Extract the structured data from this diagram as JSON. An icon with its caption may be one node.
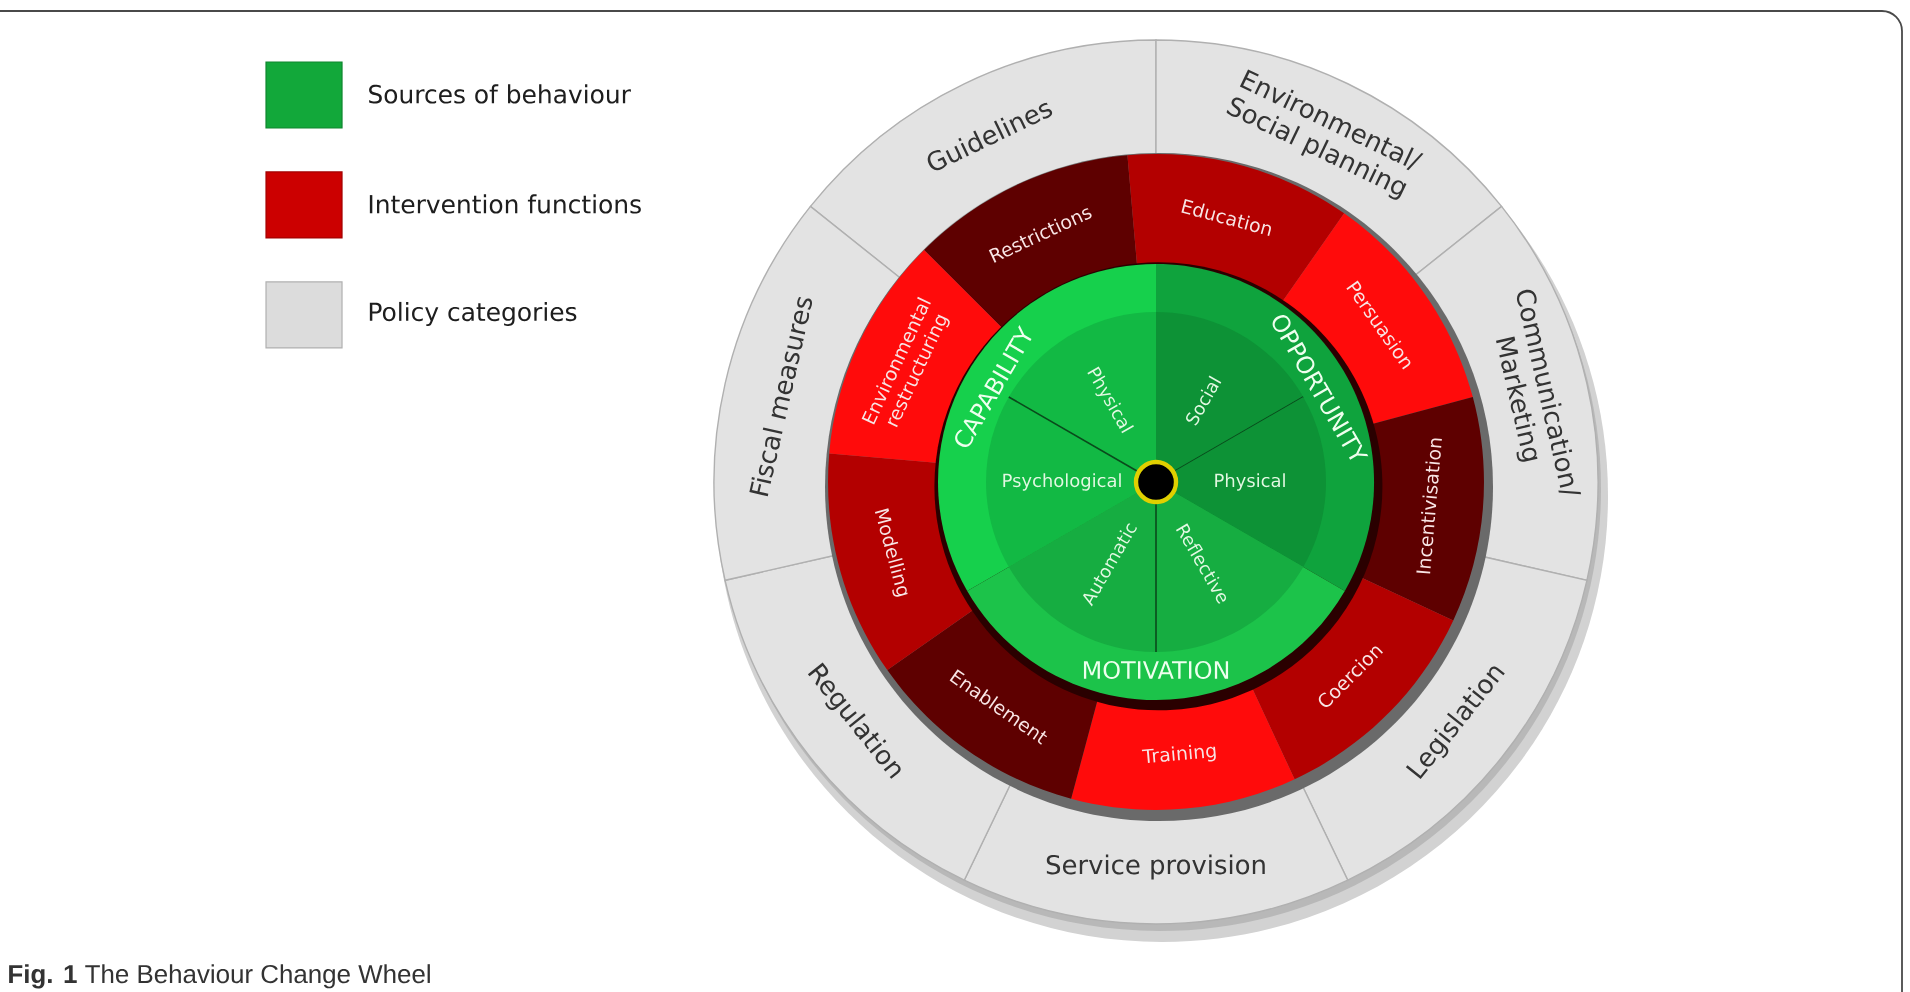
{
  "diagram": {
    "caption": "**Fig. 1** The Behaviour Change Wheel",
    "nodes": [
      {
        "text": [
          "Guidelines"
        ]
      },
      {
        "text": [
          "Environmental/ Social planning"
        ]
      },
      {
        "text": [
          "Communication/ Marketing"
        ]
      },
      {
        "text": [
          "Legislation"
        ]
      },
      {
        "text": [
          "Service provision"
        ]
      },
      {
        "text": [
          "Regulation"
        ]
      },
      {
        "text": [
          "Fiscal measures"
        ]
      },
      {
        "text": [
          "Restrictions"
        ]
      },
      {
        "text": [
          "Education"
        ]
      },
      {
        "text": [
          "Persuasion"
        ]
      },
      {
        "text": [
          "Incentivisation"
        ]
      },
      {
        "text": [
          "Coercion"
        ]
      },
      {
        "text": [
          "Training"
        ]
      },
      {
        "text": [
          "Enablement"
        ]
      },
      {
        "text": [
          "Modelling"
        ]
      },
      {
        "text": [
          "Environmental restructuring"
        ]
      },
      {
        "text": [
          "CAPABILITY"
        ]
      },
      {
        "text": [
          "Physical"
        ],
        "in": 16
      },
      {
        "text": [
          "Psychological"
        ],
        "in": 16
      },
      {
        "text": [
          "OPPORTUNITY"
        ]
      },
      {
        "text": [
          "Social"
        ],
        "in": 19
      },
      {
        "text": [
          "Physical"
        ],
        "in": 19
      },
      {
        "text": [
          "MOTIVATION"
        ]
      },
      {
        "text": [
          "Automatic"
        ],
        "in": 22
      },
      {
        "text": [
          "Reflective"
        ],
        "in": 22
      }
    ],
    "legend": [
      {
        "text": "Sources of behaviour",
        "color": "#12a83a"
      },
      {
        "text": "Intervention functions",
        "color": "#cc0000"
      },
      {
        "text": "Policy categories",
        "color": "#dcdcdc"
      }
    ]
  }
}
